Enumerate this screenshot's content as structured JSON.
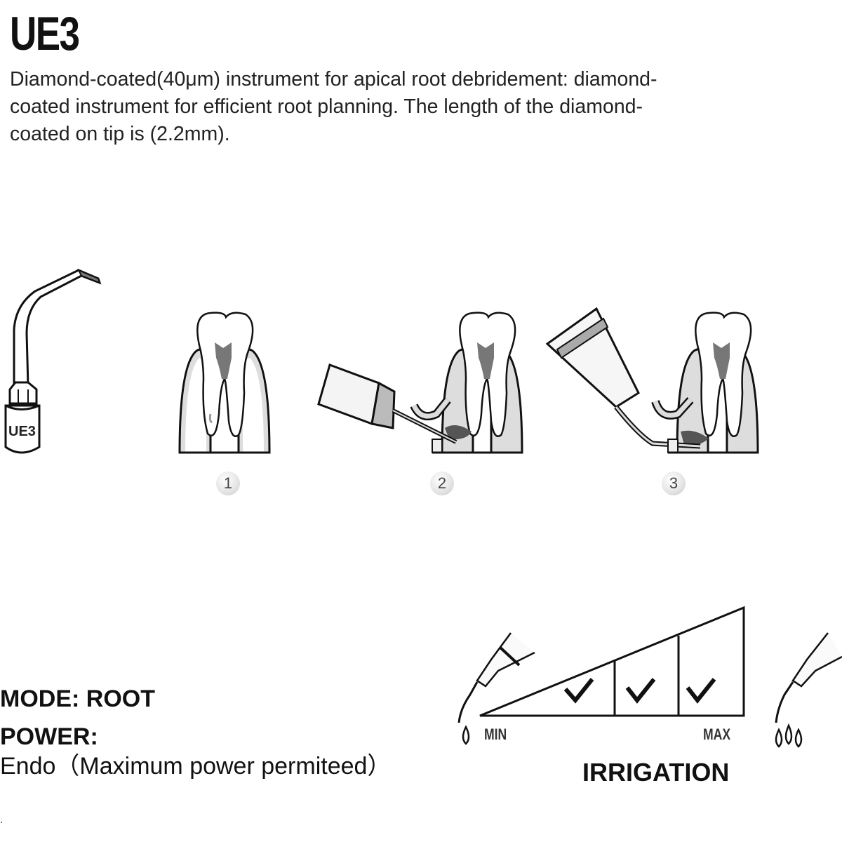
{
  "product": {
    "title": "UE3",
    "description": "Diamond-coated(40μm) instrument for apical root debridement: diamond-coated instrument for efficient root planning. The length of the diamond-coated on tip is (2.2mm).",
    "description_lines": [
      "Diamond-coated(40μm) instrument for apical root debridement: diamond-",
      "coated instrument for efficient root planning. The length of the diamond-",
      "coated on tip is (2.2mm)."
    ],
    "tip_label": "UE3"
  },
  "steps": [
    {
      "number": "1"
    },
    {
      "number": "2"
    },
    {
      "number": "3"
    }
  ],
  "settings": {
    "mode": "MODE: ROOT",
    "power_label": "POWER:",
    "power_value": "Endo（Maximum power permiteed）"
  },
  "irrigation": {
    "label": "IRRIGATION",
    "min_label": "MIN",
    "max_label": "MAX",
    "checked_segments": 3
  },
  "footer_mark": "."
}
